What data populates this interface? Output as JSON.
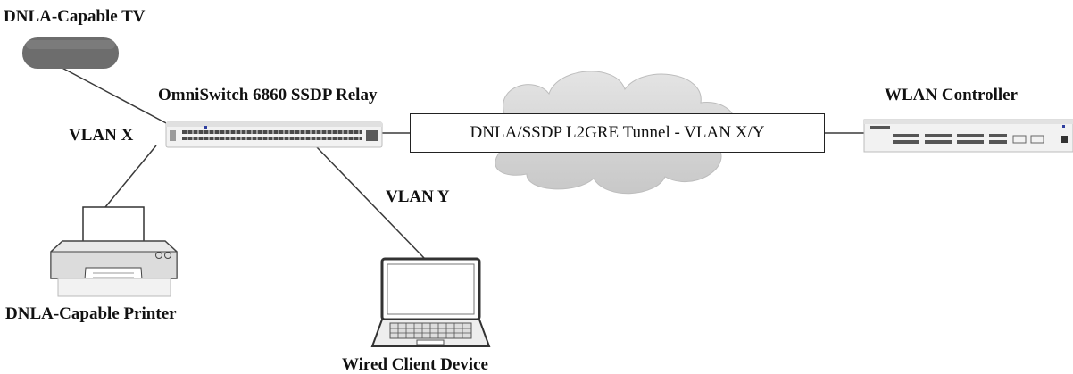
{
  "diagram": {
    "nodes": {
      "tv": {
        "label": "DNLA-Capable TV"
      },
      "switch": {
        "label": "OmniSwitch 6860 SSDP Relay"
      },
      "controller": {
        "label": "WLAN Controller"
      },
      "printer": {
        "label": "DNLA-Capable Printer"
      },
      "client": {
        "label": "Wired Client Device"
      }
    },
    "links": {
      "vlan_x": {
        "label": "VLAN X"
      },
      "vlan_y": {
        "label": "VLAN Y"
      },
      "tunnel": {
        "label": "DNLA/SSDP L2GRE Tunnel - VLAN X/Y"
      }
    },
    "colors": {
      "tv_body": "#6d6d6d",
      "cloud": "#d9d9d9",
      "device_frame": "#d0d0d0",
      "port": "#4a4a4a",
      "line": "#3a3a3a"
    },
    "icons": {
      "tv": "tv-icon",
      "switch": "network-switch-icon",
      "controller": "wlan-controller-icon",
      "printer": "printer-icon",
      "client": "laptop-icon",
      "cloud": "cloud-icon"
    }
  }
}
